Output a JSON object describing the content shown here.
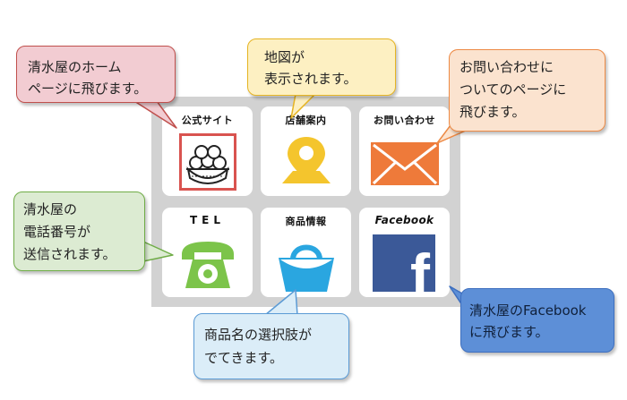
{
  "tiles": {
    "official_site": {
      "label": "公式サイト",
      "icon": "rice-ball-bowl-icon"
    },
    "store_info": {
      "label": "店舗案内",
      "icon": "map-pin-icon"
    },
    "inquiry": {
      "label": "お問い合わせ",
      "icon": "envelope-icon"
    },
    "tel": {
      "label": "TEL",
      "icon": "telephone-icon"
    },
    "products": {
      "label": "商品情報",
      "icon": "shopping-bag-icon"
    },
    "facebook": {
      "label": "Facebook",
      "icon": "facebook-icon",
      "glyph": "f"
    }
  },
  "callouts": {
    "homepage": {
      "line1": "清水屋のホーム",
      "line2": "ページに飛びます。"
    },
    "map": {
      "line1": "地図が",
      "line2": "表示されます。"
    },
    "inquiry": {
      "line1": "お問い合わせに",
      "line2": "ついてのページに",
      "line3": "飛びます。"
    },
    "phone": {
      "line1": "清水屋の",
      "line2": "電話番号が",
      "line3": "送信されます。"
    },
    "products": {
      "line1": "商品名の選択肢が",
      "line2": "でてきます。"
    },
    "facebook": {
      "line1": "清水屋のFacebook",
      "line2": "に飛びます。"
    }
  },
  "colors": {
    "pink_bubble": "#f2ccd2",
    "yellow_bubble": "#fdf0c2",
    "orange_bubble": "#fbe3cf",
    "green_bubble": "#dcebd2",
    "blue_bubble": "#dbedf8",
    "fb_bubble": "#5d8fd7",
    "map_pin": "#f4c52d",
    "envelope": "#ee7a3a",
    "phone": "#7cc44a",
    "bag": "#2aa6e0",
    "facebook": "#3b5998"
  }
}
